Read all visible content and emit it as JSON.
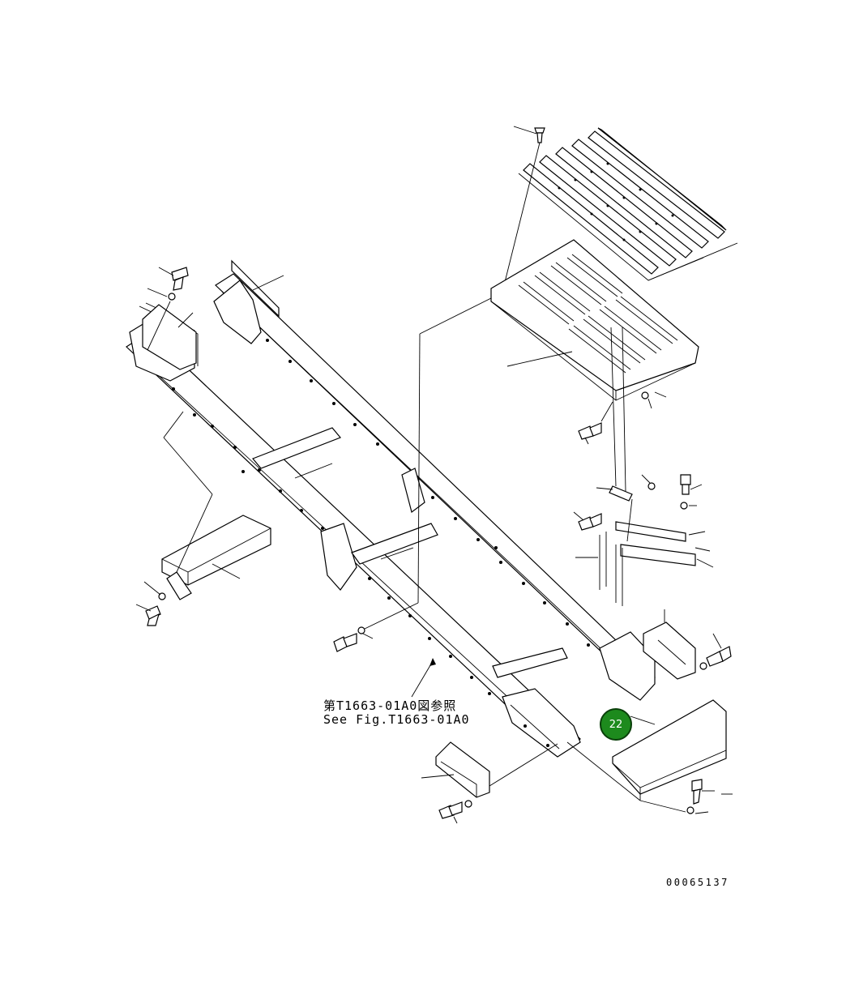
{
  "diagram": {
    "reference_note_jp": "第T1663-01A0図参照",
    "reference_note_en": "See Fig.T1663-01A0",
    "drawing_number": "00065137",
    "callouts": [
      {
        "label": "22",
        "color": "#1d8a1d",
        "border_color": "#0a3f0a"
      }
    ]
  }
}
